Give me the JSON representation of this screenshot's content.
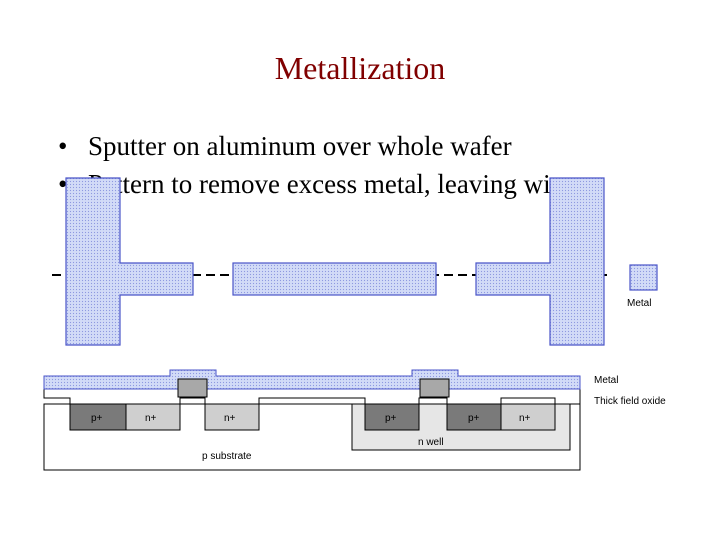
{
  "slide": {
    "title": "Metallization",
    "bullets": [
      "Sputter on aluminum over whole wafer",
      "Pattern to remove excess metal, leaving wires"
    ]
  },
  "layout_view": {
    "legend_label": "Metal"
  },
  "cross_section": {
    "region_labels": {
      "p_plus_left": "p+",
      "n_plus_left": "n+",
      "n_plus_mid": "n+",
      "p_plus_mid": "p+",
      "p_plus_right": "p+",
      "n_plus_right": "n+",
      "n_well": "n well",
      "p_substrate": "p substrate"
    },
    "legend": {
      "metal": "Metal",
      "thick_field_oxide": "Thick field oxide"
    }
  },
  "colors": {
    "title": "#800000",
    "metal_fill": "#c8d2f5",
    "metal_stroke": "#4a55c8",
    "oxide_fill": "#ffffff",
    "p_plus_fill": "#7a7a7a",
    "n_plus_fill": "#cfcfcf",
    "n_well_fill": "#e6e6e6",
    "poly_fill": "#a8a8a8"
  }
}
